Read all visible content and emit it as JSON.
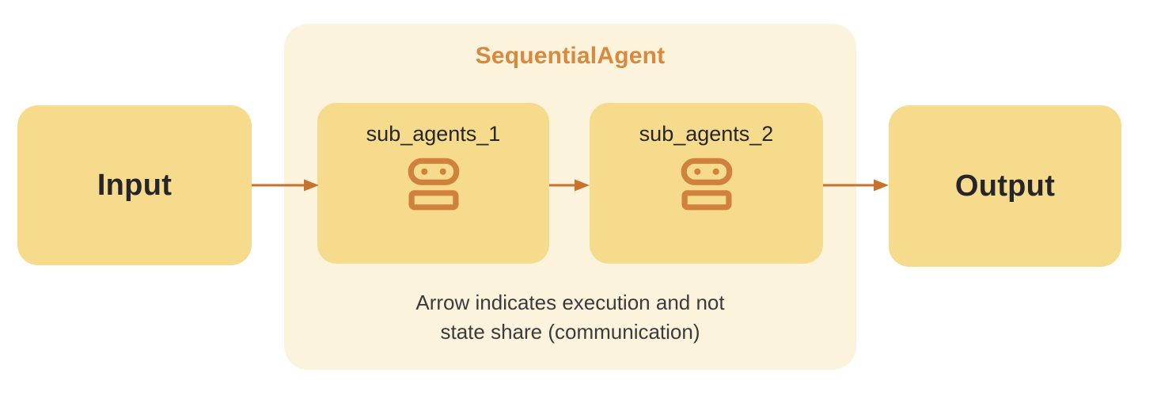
{
  "palette": {
    "background": "#ffffff",
    "node_fill": "#F6DB8D",
    "group_fill": "#FBF3DC",
    "title_orange": "#D8893D",
    "icon_orange": "#D0813C",
    "arrow_orange": "#C8722F",
    "dark_text": "#25252A",
    "note_text": "#3B3B3E"
  },
  "diagram": {
    "input_label": "Input",
    "output_label": "Output",
    "group": {
      "title": "SequentialAgent",
      "note_line1": "Arrow indicates execution and not",
      "note_line2": "state share (communication)"
    },
    "agents": [
      {
        "label": "sub_agents_1",
        "icon": "robot-icon"
      },
      {
        "label": "sub_agents_2",
        "icon": "robot-icon"
      }
    ]
  }
}
